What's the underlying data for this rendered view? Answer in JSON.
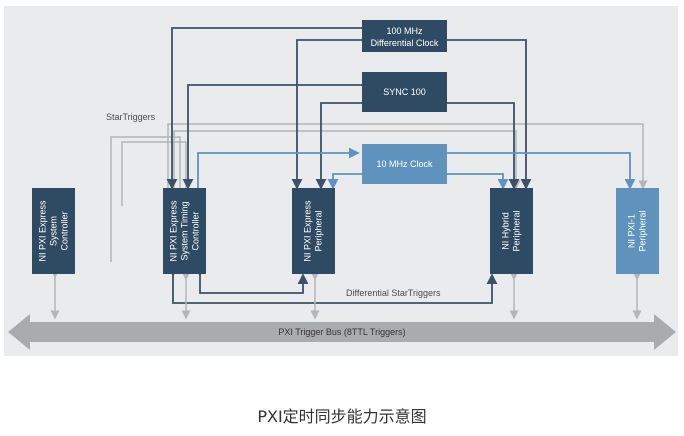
{
  "diagram": {
    "clocks": {
      "mhz100": [
        "100 MHz",
        "Differential Clock"
      ],
      "sync": [
        "SYNC 100"
      ],
      "mhz10": [
        "10 MHz Clock"
      ]
    },
    "modules": {
      "controller": [
        "NI PXI Express",
        "System",
        "Controller"
      ],
      "timing": [
        "NI PXI Express",
        "System Timing",
        "Controller"
      ],
      "peripheral": [
        "NI PXI Express",
        "Peripheral"
      ],
      "hybrid": [
        "NI Hybrid",
        "Peripheral"
      ],
      "pxi1": [
        "NI PXI-1",
        "Peripheral"
      ]
    },
    "labels": {
      "star_triggers": "StarTriggers",
      "differential_star_triggers": "Differential StarTriggers",
      "trigger_bus": "PXI Trigger Bus (8TTL Triggers)"
    },
    "colors": {
      "panel": "#e9ebed",
      "dark_box": "#2f4a63",
      "light_box": "#5f93bd",
      "dark_line": "#3a526a",
      "blue_line": "#5f93bd",
      "gray_line": "#b3b6b9",
      "bus": "#a9acaf"
    }
  },
  "caption": "PXI定时同步能力示意图"
}
